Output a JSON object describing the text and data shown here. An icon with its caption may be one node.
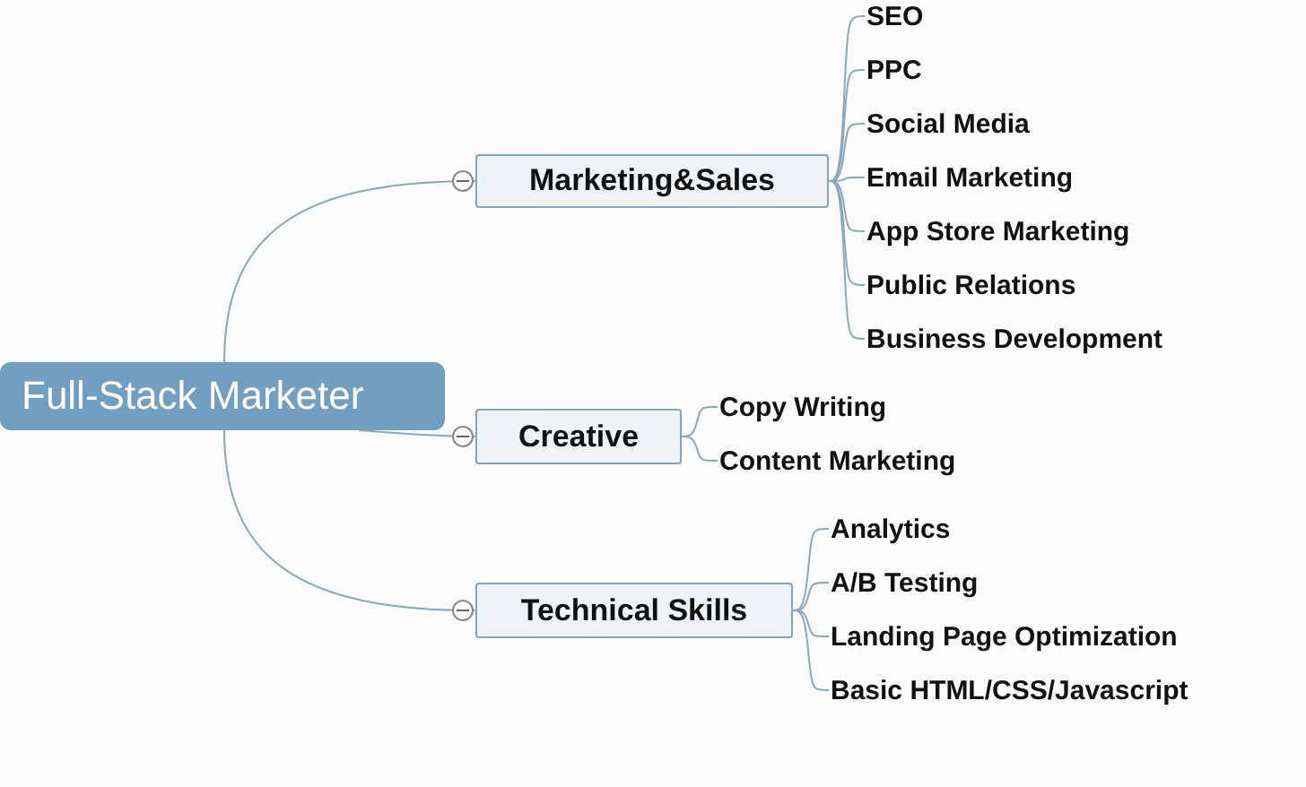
{
  "diagram": {
    "nodes": [
      {
        "text": [
          "Full-Stack Marketer"
        ]
      },
      {
        "text": [
          "Marketing&Sales"
        ]
      },
      {
        "text": [
          "SEO"
        ]
      },
      {
        "text": [
          "PPC"
        ]
      },
      {
        "text": [
          "Social Media"
        ]
      },
      {
        "text": [
          "Email Marketing"
        ]
      },
      {
        "text": [
          "App Store Marketing"
        ]
      },
      {
        "text": [
          "Public Relations"
        ]
      },
      {
        "text": [
          "Business Development"
        ]
      },
      {
        "text": [
          "Creative"
        ]
      },
      {
        "text": [
          "Copy Writing"
        ]
      },
      {
        "text": [
          "Content Marketing"
        ]
      },
      {
        "text": [
          "Technical Skills"
        ]
      },
      {
        "text": [
          "Analytics"
        ]
      },
      {
        "text": [
          "A/B Testing"
        ]
      },
      {
        "text": [
          "Landing Page Optimization"
        ]
      },
      {
        "text": [
          "Basic HTML/CSS/Javascript"
        ]
      }
    ],
    "edges": [
      {
        "from": 0,
        "to": 1,
        "arrow": "none"
      },
      {
        "from": 0,
        "to": 9,
        "arrow": "none"
      },
      {
        "from": 0,
        "to": 12,
        "arrow": "none"
      },
      {
        "from": 1,
        "to": 2,
        "arrow": "none"
      },
      {
        "from": 1,
        "to": 3,
        "arrow": "none"
      },
      {
        "from": 1,
        "to": 4,
        "arrow": "none"
      },
      {
        "from": 1,
        "to": 5,
        "arrow": "none"
      },
      {
        "from": 1,
        "to": 6,
        "arrow": "none"
      },
      {
        "from": 1,
        "to": 7,
        "arrow": "none"
      },
      {
        "from": 1,
        "to": 8,
        "arrow": "none"
      },
      {
        "from": 9,
        "to": 10,
        "arrow": "none"
      },
      {
        "from": 9,
        "to": 11,
        "arrow": "none"
      },
      {
        "from": 12,
        "to": 13,
        "arrow": "none"
      },
      {
        "from": 12,
        "to": 14,
        "arrow": "none"
      },
      {
        "from": 12,
        "to": 15,
        "arrow": "none"
      },
      {
        "from": 12,
        "to": 16,
        "arrow": "none"
      }
    ]
  }
}
